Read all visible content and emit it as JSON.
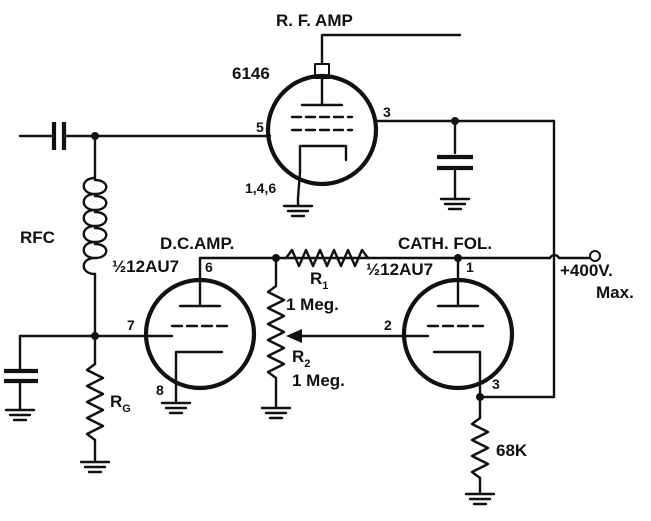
{
  "labels": {
    "rf_amp": "R. F. AMP",
    "tube_6146": "6146",
    "pin5": "5",
    "pin3_top": "3",
    "pins_146": "1,4,6",
    "rfc": "RFC",
    "dc_amp": "D.C.AMP.",
    "half_12au7_left": "½12AU7",
    "pin6": "6",
    "pin7": "7",
    "pin8": "8",
    "r1": "R",
    "r1_sub": "1",
    "r1_value": "1 Meg.",
    "half_12au7_right": "½12AU7",
    "cath_fol": "CATH. FOL.",
    "pin1": "1",
    "pin2": "2",
    "pin3_bottom": "3",
    "r2": "R",
    "r2_sub": "2",
    "r2_value": "1 Meg.",
    "rg": "R",
    "rg_sub": "G",
    "r68k": "68K",
    "supply": "+400V.",
    "supply_max": "Max."
  }
}
